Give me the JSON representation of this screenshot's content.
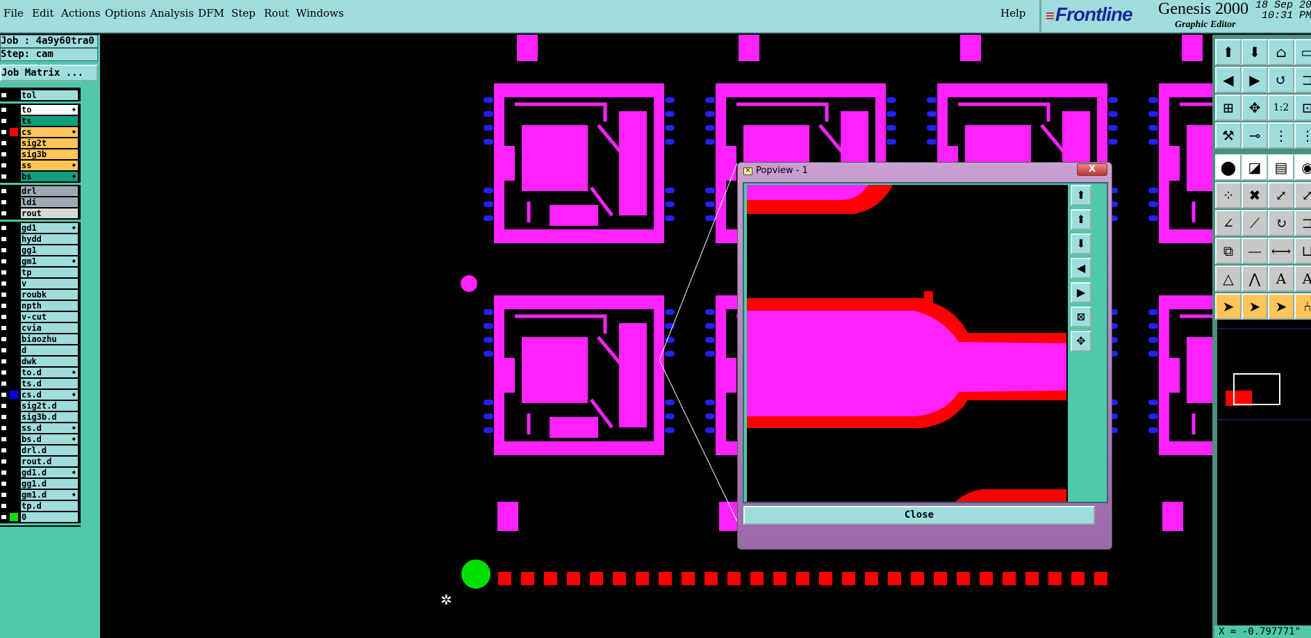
{
  "menu": [
    "File",
    "Edit",
    "Actions",
    "Options",
    "Analysis",
    "DFM",
    "Step",
    "Rout",
    "Windows"
  ],
  "help": "Help",
  "brand": {
    "logo": "Frontline",
    "title": "Genesis 2000",
    "subtitle": "Graphic Editor",
    "date": "18 Sep 20",
    "time": "10:31 PM"
  },
  "job": {
    "job_line": "Job : 4a9y60tra0",
    "step_line": "Step: cam",
    "matrix_button": "Job Matrix ..."
  },
  "layer_groups": [
    [
      {
        "name": "tol",
        "style": "",
        "arrow": false
      }
    ],
    [
      {
        "name": "to",
        "style": "white",
        "arrow": true
      },
      {
        "name": "ts",
        "style": "green",
        "arrow": false
      },
      {
        "name": "cs",
        "style": "orange",
        "arrow": true,
        "swatch": "#ff0000"
      },
      {
        "name": "sig2t",
        "style": "orange",
        "arrow": false
      },
      {
        "name": "sig3b",
        "style": "orange",
        "arrow": false
      },
      {
        "name": "ss",
        "style": "orange",
        "arrow": true
      },
      {
        "name": "bs",
        "style": "green",
        "arrow": true
      }
    ],
    [
      {
        "name": "drl",
        "style": "grey",
        "arrow": false
      },
      {
        "name": "ldi",
        "style": "grey",
        "arrow": false
      },
      {
        "name": "rout",
        "style": "lgrey",
        "arrow": false
      }
    ],
    [
      {
        "name": "gd1",
        "arrow": true
      },
      {
        "name": "hydd"
      },
      {
        "name": "gg1"
      },
      {
        "name": "gm1",
        "arrow": true
      },
      {
        "name": "tp"
      },
      {
        "name": "v"
      },
      {
        "name": "roubk"
      },
      {
        "name": "npth"
      },
      {
        "name": "v-cut"
      },
      {
        "name": "cvia"
      },
      {
        "name": "biaozhu"
      },
      {
        "name": "d"
      },
      {
        "name": "dwk"
      },
      {
        "name": "to.d",
        "arrow": true
      },
      {
        "name": "ts.d"
      },
      {
        "name": "cs.d",
        "arrow": true,
        "swatch": "#0000ff"
      },
      {
        "name": "sig2t.d"
      },
      {
        "name": "sig3b.d"
      },
      {
        "name": "ss.d",
        "arrow": true
      },
      {
        "name": "bs.d",
        "arrow": true
      },
      {
        "name": "drl.d"
      },
      {
        "name": "rout.d"
      },
      {
        "name": "gd1.d",
        "arrow": true
      },
      {
        "name": "gg1.d"
      },
      {
        "name": "gm1.d",
        "arrow": true
      },
      {
        "name": "tp.d"
      },
      {
        "name": "0",
        "swatch": "#00e000"
      }
    ]
  ],
  "toolbar": [
    {
      "icon": "layer-up-icon",
      "g": "⬆",
      "c": "t"
    },
    {
      "icon": "layer-down-icon",
      "g": "⬇",
      "c": "t"
    },
    {
      "icon": "home-icon",
      "g": "⌂",
      "c": "t"
    },
    {
      "icon": "panel-icon",
      "g": "▭",
      "c": "t"
    },
    {
      "icon": "pan-left-icon",
      "g": "◀",
      "c": "t"
    },
    {
      "icon": "pan-right-icon",
      "g": "▶",
      "c": "t"
    },
    {
      "icon": "undo-view-icon",
      "g": "↺",
      "c": "t"
    },
    {
      "icon": "zoom-box-icon",
      "g": "⊐",
      "c": "t"
    },
    {
      "icon": "zoom-home-icon",
      "g": "⊞",
      "c": "t"
    },
    {
      "icon": "zoom-fit-icon",
      "g": "✥",
      "c": "t"
    },
    {
      "icon": "scale-icon",
      "g": "1:2",
      "c": "t"
    },
    {
      "icon": "zoom-icon",
      "g": "⊡",
      "c": "t"
    },
    {
      "icon": "tools-icon",
      "g": "⚒",
      "c": "t"
    },
    {
      "icon": "snap-icon",
      "g": "⊸",
      "c": "t"
    },
    {
      "icon": "netlist-icon",
      "g": "⋮",
      "c": "t"
    },
    {
      "icon": "netlist2-icon",
      "g": "⋮",
      "c": "t"
    },
    {
      "icon": "add-feature-icon",
      "g": "⬤",
      "c": "w"
    },
    {
      "icon": "measure-pad-icon",
      "g": "◪",
      "c": "w"
    },
    {
      "icon": "ruler-icon",
      "g": "▤",
      "c": "w"
    },
    {
      "icon": "pad-icon",
      "g": "◉",
      "c": "w"
    },
    {
      "icon": "connect-icon",
      "g": "⁘",
      "c": "g"
    },
    {
      "icon": "delete-point-icon",
      "g": "✖",
      "c": "g"
    },
    {
      "icon": "move-point-icon",
      "g": "⤢",
      "c": "g"
    },
    {
      "icon": "move-icon",
      "g": "⤢",
      "c": "g"
    },
    {
      "icon": "angle-icon",
      "g": "∠",
      "c": "g"
    },
    {
      "icon": "line-icon",
      "g": "⟋",
      "c": "g"
    },
    {
      "icon": "rotate-icon",
      "g": "↻",
      "c": "g"
    },
    {
      "icon": "flip-icon",
      "g": "⊐",
      "c": "g"
    },
    {
      "icon": "resize-pad-icon",
      "g": "⧉",
      "c": "g"
    },
    {
      "icon": "segment-icon",
      "g": "—",
      "c": "g"
    },
    {
      "icon": "stretch-icon",
      "g": "⟷",
      "c": "g"
    },
    {
      "icon": "slot-icon",
      "g": "⊔",
      "c": "g"
    },
    {
      "icon": "triangle-icon",
      "g": "△",
      "c": "g"
    },
    {
      "icon": "arc-up-icon",
      "g": "⋀",
      "c": "g"
    },
    {
      "icon": "arc-icon",
      "g": "A",
      "c": "g"
    },
    {
      "icon": "arc2-icon",
      "g": "A",
      "c": "g"
    },
    {
      "icon": "select-icon",
      "g": "➤",
      "c": "o"
    },
    {
      "icon": "select-box-icon",
      "g": "➤",
      "c": "o"
    },
    {
      "icon": "select-poly-icon",
      "g": "➤",
      "c": "o"
    },
    {
      "icon": "select-net-icon",
      "g": "⑃",
      "c": "o"
    }
  ],
  "popview": {
    "title": "Popview - 1",
    "close_x": "X",
    "close_button": "Close",
    "tools": [
      "layer-up-icon",
      "layer-up-icon",
      "layer-down-icon",
      "pan-left-icon",
      "pan-right-icon",
      "zoom-out-icon",
      "zoom-fit-icon"
    ]
  },
  "coord": "X = -0.797771\"",
  "colors": {
    "pad": "#ff22ff",
    "blue": "#2222ff",
    "red": "#ff0000",
    "green": "#00e000",
    "panel": "#4fc9a8",
    "button": "#9fdcdc"
  }
}
